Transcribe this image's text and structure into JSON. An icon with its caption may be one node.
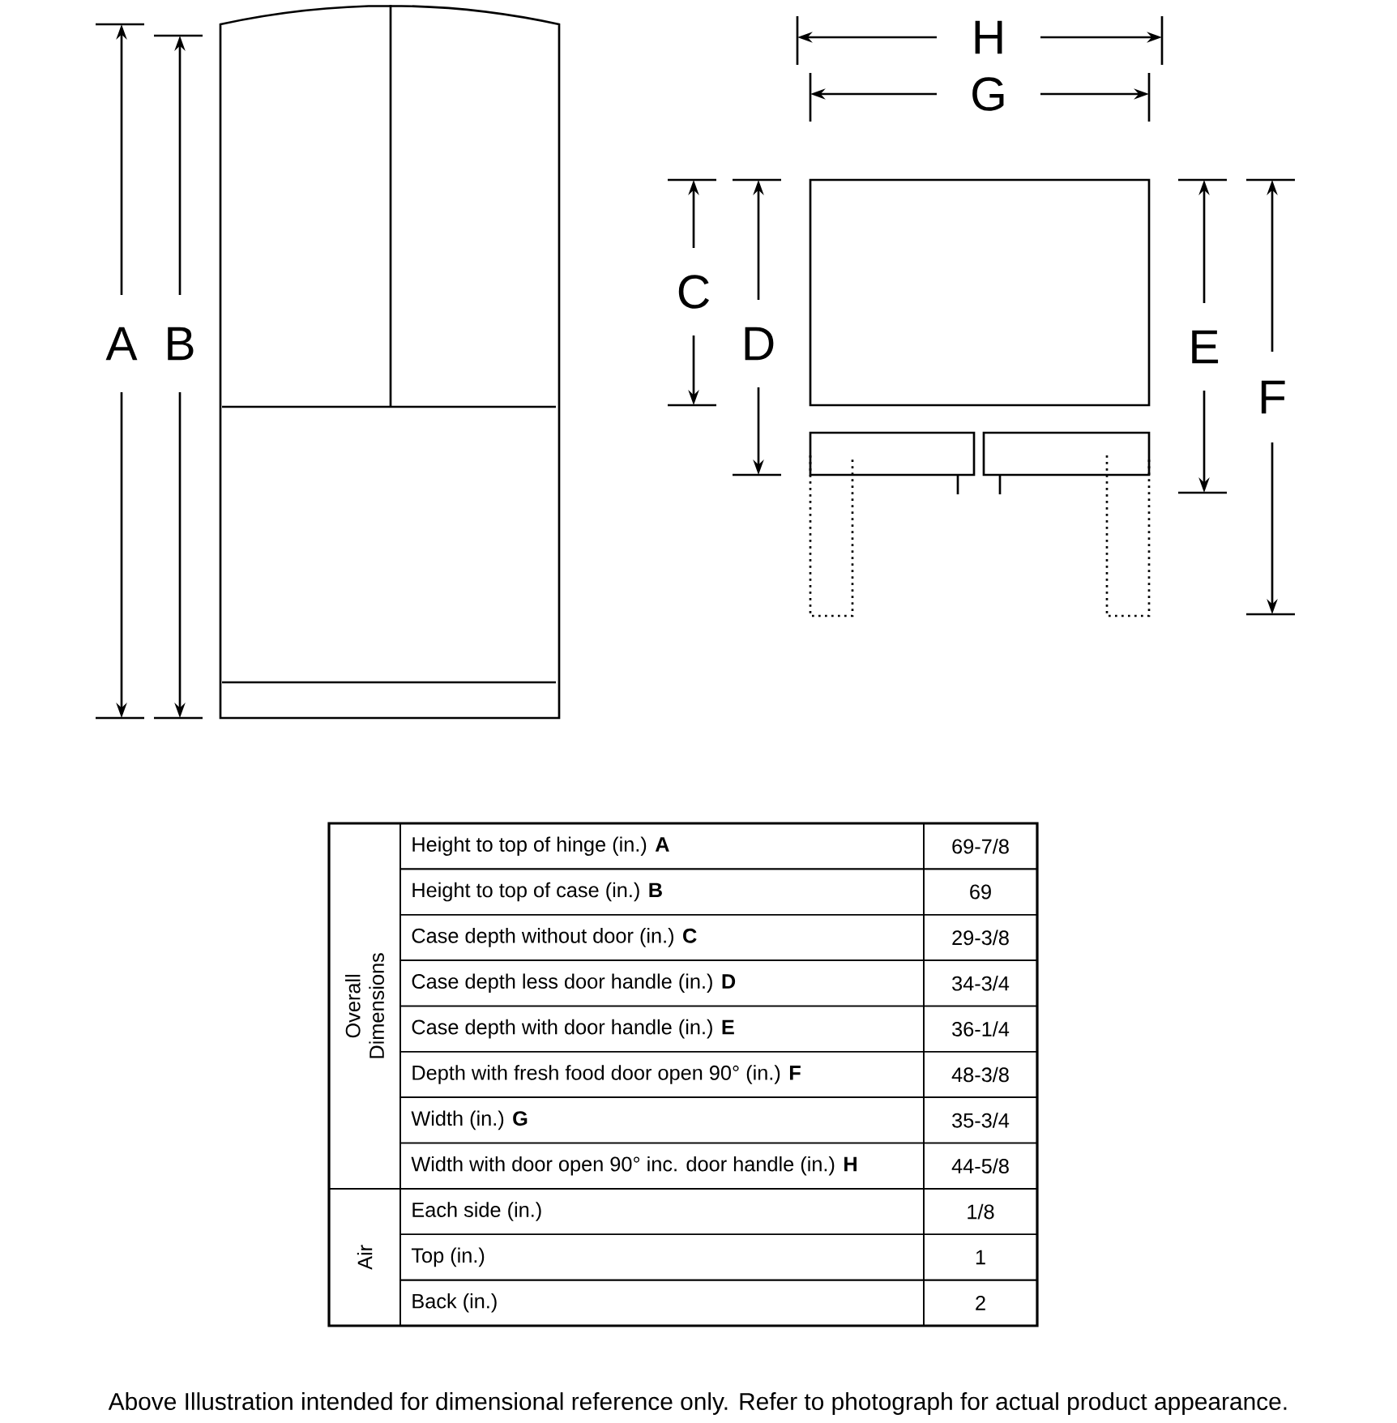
{
  "diagram": {
    "caption": "Above Illustration intended for dimensional reference only. Refer to photograph for actual product appearance.",
    "labels": [
      "A",
      "B",
      "H",
      "G",
      "C",
      "D",
      "E",
      "F",
      "Overall Dimensions",
      "Height to top of hinge (in.) **A**",
      "69-7/8",
      "Height to top of case (in.) **B**",
      "69",
      "Case depth without door (in.) **C**",
      "29-3/8",
      "Case depth less door handle (in.) **D**",
      "34-3/4",
      "Case depth with door handle (in.) **E**",
      "36-1/4",
      "Depth with fresh food door open 90° (in.) **F**",
      "48-3/8",
      "Width (in.) **G**",
      "35-3/4",
      "Width with door open 90° inc. door handle (in.) **H**",
      "44-5/8",
      "Air",
      "Each side (in.)",
      "1/8",
      "Top (in.)",
      "1",
      "Back (in.)",
      "2"
    ]
  }
}
